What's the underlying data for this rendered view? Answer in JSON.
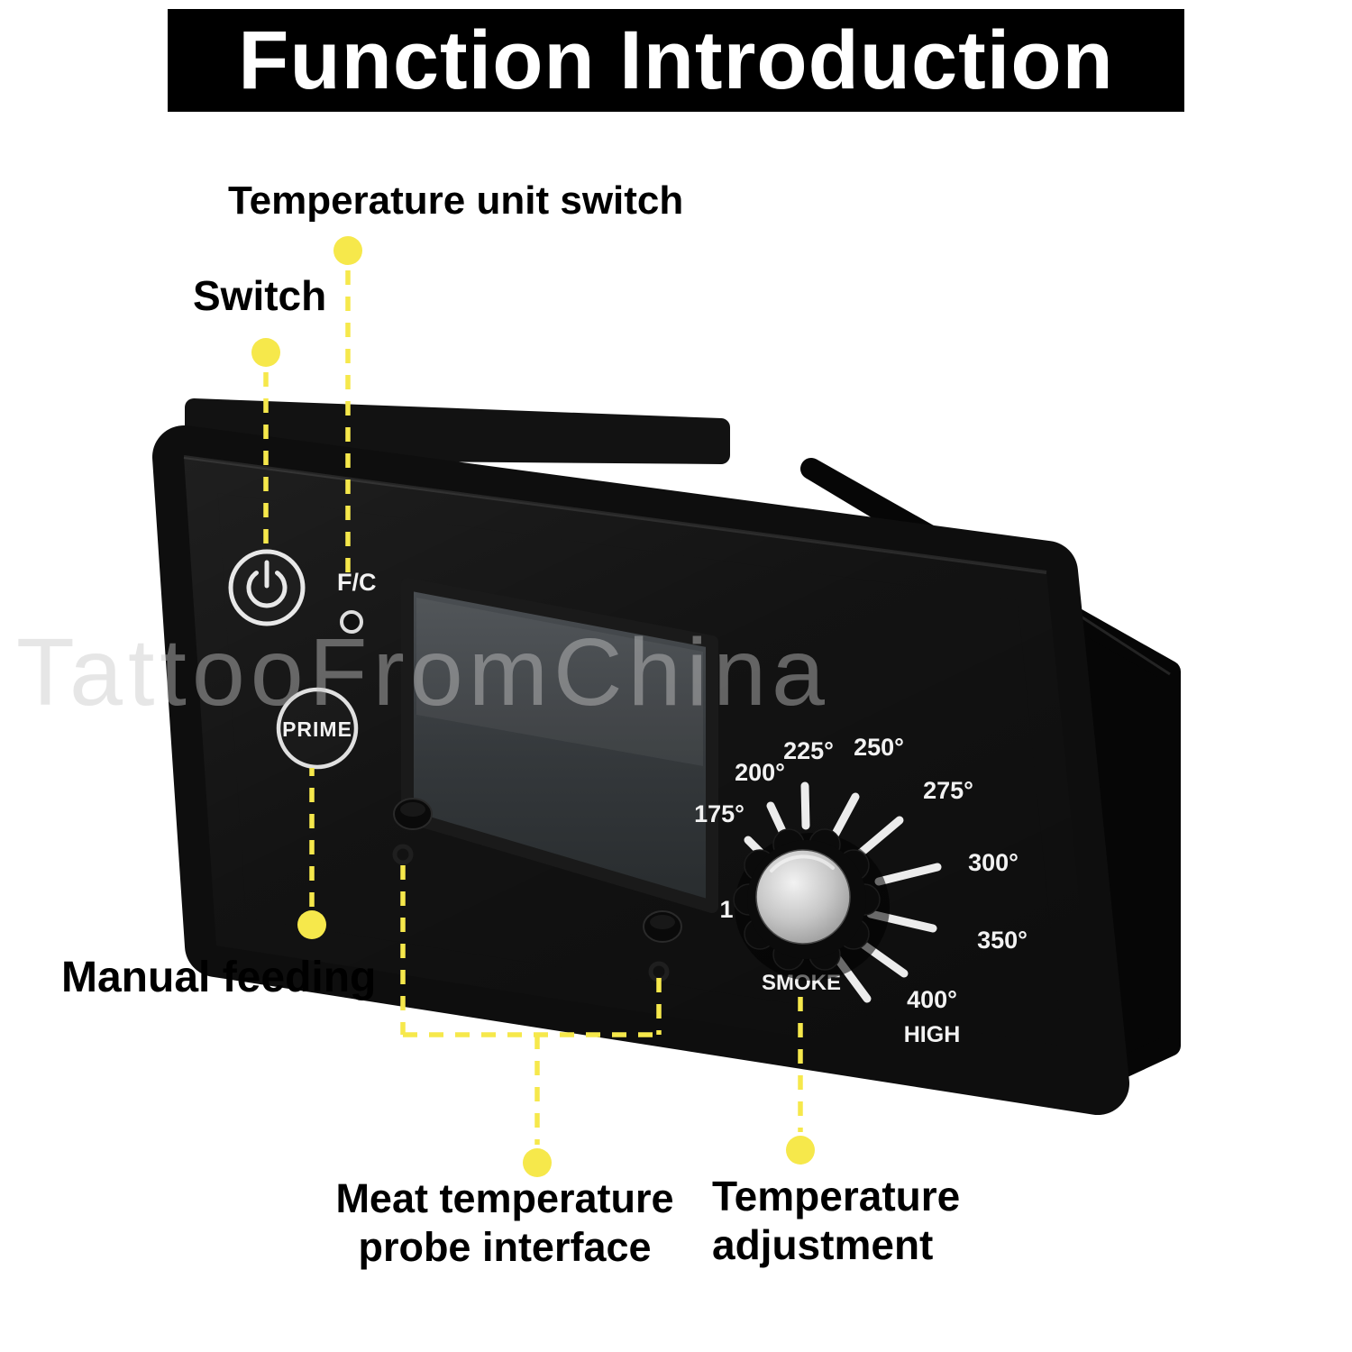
{
  "header": {
    "title": "Function Introduction"
  },
  "watermark": "TattooFromChina",
  "annotations": {
    "temperature_unit_switch": "Temperature unit switch",
    "switch": "Switch",
    "manual_feeding": "Manual feeding",
    "meat_probe": "Meat temperature probe interface",
    "temperature_adjustment": "Temperature adjustment"
  },
  "device": {
    "fc_label": "F/C",
    "prime_label": "PRIME",
    "dial": {
      "temps": [
        "175°",
        "200°",
        "225°",
        "250°",
        "275°",
        "300°",
        "350°",
        "400°"
      ],
      "high": "HIGH",
      "smoke": "SMOKE",
      "min": "1"
    }
  },
  "colors": {
    "accent_yellow": "#f6e84b",
    "banner_bg": "#000000",
    "banner_text": "#ffffff",
    "panel_black": "#0e0e0e"
  }
}
